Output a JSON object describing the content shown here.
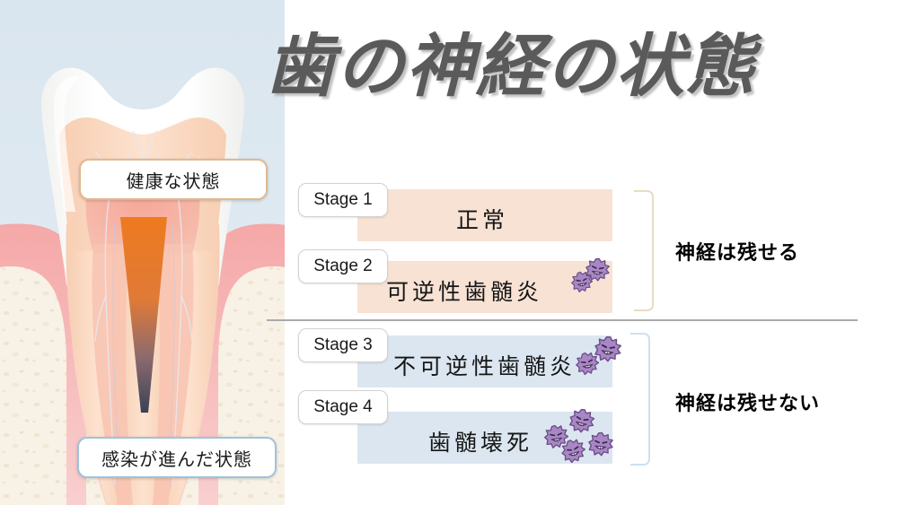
{
  "title": "歯の神経の状態",
  "illustration": {
    "name": "tooth-cross-section",
    "colors": {
      "background": "#dde8f0",
      "enamel": "#ffffff",
      "dentin": "#fbd9c2",
      "pulp": "#f6b6a6",
      "gum": "#f3aeae",
      "bone": "#f7f1e4",
      "infection_top": "#ec7a22",
      "infection_bottom": "#3c4457"
    }
  },
  "callouts": [
    {
      "id": "healthy",
      "label": "健康な状態",
      "border_color": "#e0b98f"
    },
    {
      "id": "infected",
      "label": "感染が進んだ状態",
      "border_color": "#9ec3de"
    }
  ],
  "stages": [
    {
      "badge": "Stage 1",
      "label": "正常",
      "bar_color": "#f7e2d4",
      "germ_count": 0
    },
    {
      "badge": "Stage 2",
      "label": "可逆性歯髄炎",
      "bar_color": "#f7e2d4",
      "germ_count": 2
    },
    {
      "badge": "Stage 3",
      "label": "不可逆性歯髄炎",
      "bar_color": "#dbe6f0",
      "germ_count": 2
    },
    {
      "badge": "Stage 4",
      "label": "歯髄壊死",
      "bar_color": "#dbe6f0",
      "germ_count": 4
    }
  ],
  "groups": [
    {
      "id": "savable",
      "label": "神経は残せる",
      "bracket_color": "#e8dcc2",
      "stages": [
        "Stage 1",
        "Stage 2"
      ]
    },
    {
      "id": "not-savable",
      "label": "神経は残せない",
      "bracket_color": "#cfe0ee",
      "stages": [
        "Stage 3",
        "Stage 4"
      ]
    }
  ],
  "divider": {
    "color": "#a9a9a9"
  },
  "germ_icon": {
    "name": "germ-icon",
    "fill": "#a987c4",
    "outline": "#6b4f88",
    "face": "#4a2f63"
  }
}
